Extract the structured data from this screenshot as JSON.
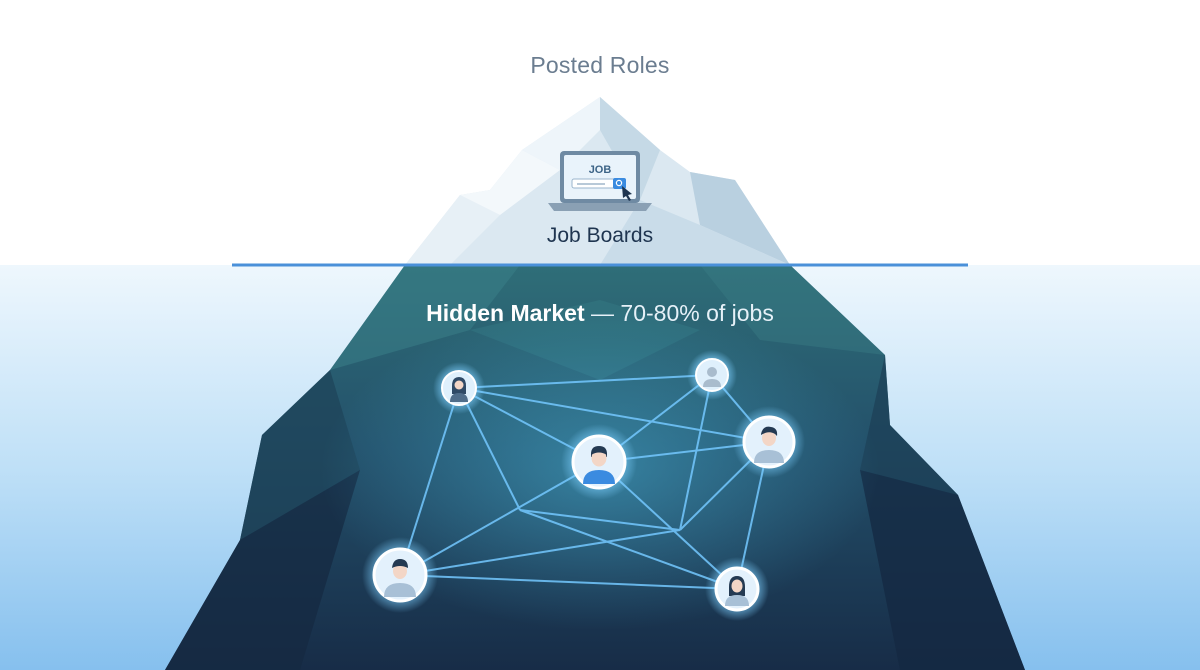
{
  "diagram": {
    "top_label": "Posted Roles",
    "tip_label": "Job Boards",
    "laptop_text": "JOB",
    "hidden_title": "Hidden Market",
    "hidden_detail": "— 70-80% of jobs",
    "colors": {
      "sky": "#ffffff",
      "water_top": "#e9f5fd",
      "water_bottom": "#8cc4ef",
      "waterline": "#4a90d9",
      "ice_tip": "#d6e6f0",
      "iceberg_deep_top": "#2f6f7a",
      "iceberg_deep_bottom": "#1b3550",
      "network_line": "#6fc3ff",
      "node_ring": "#cfe8fb",
      "center_person": "#3b8be0"
    },
    "network": {
      "nodes": [
        {
          "id": "woman-top-left",
          "icon": "woman-icon"
        },
        {
          "id": "man-top-right",
          "icon": "person-icon"
        },
        {
          "id": "man-center",
          "icon": "person-icon"
        },
        {
          "id": "man-right",
          "icon": "person-icon"
        },
        {
          "id": "man-bottom-left",
          "icon": "person-icon"
        },
        {
          "id": "woman-bottom-right",
          "icon": "woman-icon"
        }
      ]
    }
  }
}
